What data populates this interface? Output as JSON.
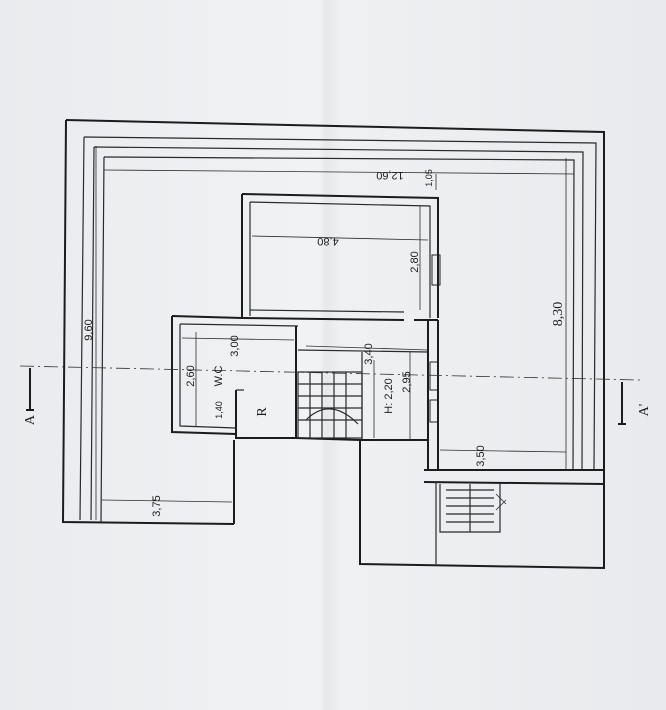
{
  "labels": {
    "dim_top": "12,60",
    "dim_top_small": "1,05",
    "dim_left": "9,60",
    "dim_right": "8,30",
    "dim_bottom_left": "3,75",
    "dim_bottom_right": "3,50",
    "dim_room_width": "4.80",
    "dim_room_height": "2,80",
    "dim_wc_top": "3,00",
    "dim_wc_width": "2,60",
    "dim_wc_small": "1,40",
    "dim_mid": "3,40",
    "dim_mid2": "2,95",
    "room_wc": "W.C",
    "room_r": "R",
    "height": "H: 2,20",
    "section_marker": "A'",
    "section_marker_left": "A"
  }
}
